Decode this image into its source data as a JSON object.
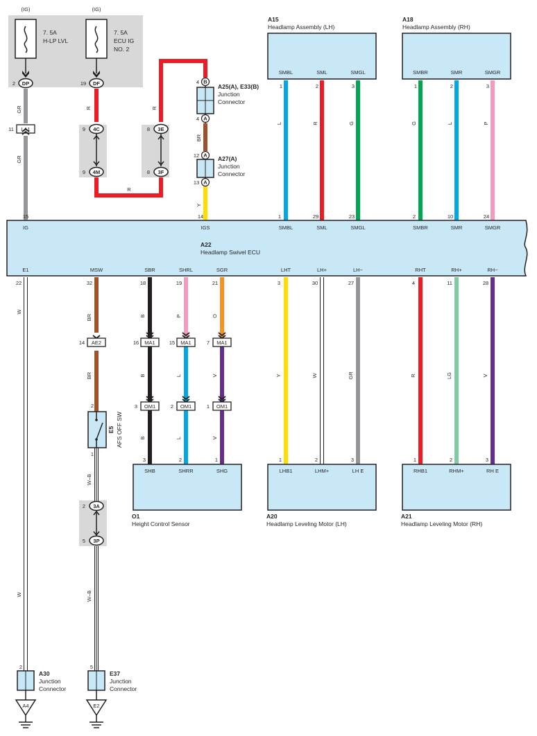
{
  "colors": {
    "module_fill": "#c9e8f7",
    "shade": "#d8d8d8",
    "red": "#ed1c24",
    "blue": "#00a8e4",
    "green": "#00a651",
    "pink": "#f49ac1",
    "gray": "#939598",
    "black": "#231f20",
    "brown": "#a0522d",
    "orange": "#f7941d",
    "purple": "#662d91",
    "yellow": "#ffde00",
    "lightgreen": "#7fcba4",
    "white": "#ffffff"
  },
  "fuses": [
    {
      "supply": "(IG)",
      "rating": "7. 5A",
      "name1": "H-LP LVL",
      "name2": "",
      "pin": "2",
      "conn": "DP"
    },
    {
      "supply": "(IG)",
      "rating": "7. 5A",
      "name1": "ECU IG",
      "name2": "NO. 2",
      "pin": "19",
      "conn": "DF"
    }
  ],
  "ecu": {
    "id": "A22",
    "name": "Headlamp Swivel ECU",
    "top_pins": [
      {
        "pin": "15",
        "label": "IG"
      },
      {
        "pin": "14",
        "label": "IGS"
      },
      {
        "pin": "1",
        "label": "SMBL"
      },
      {
        "pin": "29",
        "label": "SML"
      },
      {
        "pin": "23",
        "label": "SMGL"
      },
      {
        "pin": "2",
        "label": "SMBR"
      },
      {
        "pin": "10",
        "label": "SMR"
      },
      {
        "pin": "24",
        "label": "SMGR"
      }
    ],
    "bottom_pins": [
      {
        "pin": "22",
        "label": "E1"
      },
      {
        "pin": "32",
        "label": "MSW"
      },
      {
        "pin": "18",
        "label": "SBR"
      },
      {
        "pin": "19",
        "label": "SHRL"
      },
      {
        "pin": "21",
        "label": "SGR"
      },
      {
        "pin": "3",
        "label": "LHT"
      },
      {
        "pin": "30",
        "label": "LH+"
      },
      {
        "pin": "27",
        "label": "LH−"
      },
      {
        "pin": "4",
        "label": "RHT"
      },
      {
        "pin": "11",
        "label": "RH+"
      },
      {
        "pin": "28",
        "label": "RH−"
      }
    ]
  },
  "headlamp_lh": {
    "id": "A15",
    "name": "Headlamp Assembly (LH)",
    "pins": [
      {
        "pin": "1",
        "label": "SMBL",
        "wire": "L"
      },
      {
        "pin": "2",
        "label": "SML",
        "wire": "R"
      },
      {
        "pin": "3",
        "label": "SMGL",
        "wire": "G"
      }
    ]
  },
  "headlamp_rh": {
    "id": "A18",
    "name": "Headlamp Assembly (RH)",
    "pins": [
      {
        "pin": "1",
        "label": "SMBR",
        "wire": "G"
      },
      {
        "pin": "2",
        "label": "SMR",
        "wire": "L"
      },
      {
        "pin": "3",
        "label": "SMGR",
        "wire": "P"
      }
    ]
  },
  "jc_a25": {
    "id": "A25(A), E33(B)",
    "line1": "Junction",
    "line2": "Connector",
    "pin_in": "4",
    "conn_in": "B",
    "pin_out": "4",
    "conn_out": "A"
  },
  "jc_a27": {
    "id": "A27(A)",
    "line1": "Junction",
    "line2": "Connector",
    "pin_in": "12",
    "conn_in": "A",
    "pin_out": "13",
    "conn_out": "A"
  },
  "inline_conns": {
    "la1": {
      "pin": "11",
      "name": "LA1"
    },
    "c4c": {
      "pin": "9",
      "name": "4C"
    },
    "c4m": {
      "pin": "9",
      "name": "4M"
    },
    "c3e": {
      "pin": "8",
      "name": "3E"
    },
    "c3f": {
      "pin": "8",
      "name": "3F"
    },
    "ae2": {
      "pin": "14",
      "name": "AE2"
    },
    "ma1": [
      {
        "pin": "16",
        "name": "MA1"
      },
      {
        "pin": "15",
        "name": "MA1"
      },
      {
        "pin": "7",
        "name": "MA1"
      }
    ],
    "om1": [
      {
        "pin": "3",
        "name": "OM1"
      },
      {
        "pin": "2",
        "name": "OM1"
      },
      {
        "pin": "1",
        "name": "OM1"
      }
    ],
    "c3a": {
      "pin": "2",
      "name": "3A"
    },
    "c3p": {
      "pin": "5",
      "name": "3P"
    }
  },
  "wire_labels": {
    "gr": "GR",
    "r": "R",
    "br": "BR",
    "y": "Y",
    "w": "W",
    "wb": "W–B",
    "b": "B",
    "p": "P",
    "o": "O",
    "l": "L",
    "v": "V",
    "lg": "LG",
    "g": "G"
  },
  "switch": {
    "id": "E5",
    "name": "AFS OFF SW",
    "pin_top": "2",
    "pin_bottom": "1"
  },
  "height_sensor": {
    "id": "O1",
    "name": "Height Control Sensor",
    "pins": [
      {
        "pin": "3",
        "label": "SHB"
      },
      {
        "pin": "2",
        "label": "SHRR"
      },
      {
        "pin": "1",
        "label": "SHG"
      }
    ]
  },
  "motor_lh": {
    "id": "A20",
    "name": "Headlamp Leveling Motor (LH)",
    "pins": [
      {
        "pin": "1",
        "label": "LHB1"
      },
      {
        "pin": "2",
        "label": "LHM+"
      },
      {
        "pin": "3",
        "label": "LH E"
      }
    ]
  },
  "motor_rh": {
    "id": "A21",
    "name": "Headlamp Leveling Motor (RH)",
    "pins": [
      {
        "pin": "1",
        "label": "RHB1"
      },
      {
        "pin": "2",
        "label": "RHM+"
      },
      {
        "pin": "3",
        "label": "RH E"
      }
    ]
  },
  "jc_a30": {
    "id": "A30",
    "line1": "Junction",
    "line2": "Connector",
    "pin": "2",
    "ground": "A4"
  },
  "jc_e37": {
    "id": "E37",
    "line1": "Junction",
    "line2": "Connector",
    "pin": "5",
    "ground": "E2"
  }
}
